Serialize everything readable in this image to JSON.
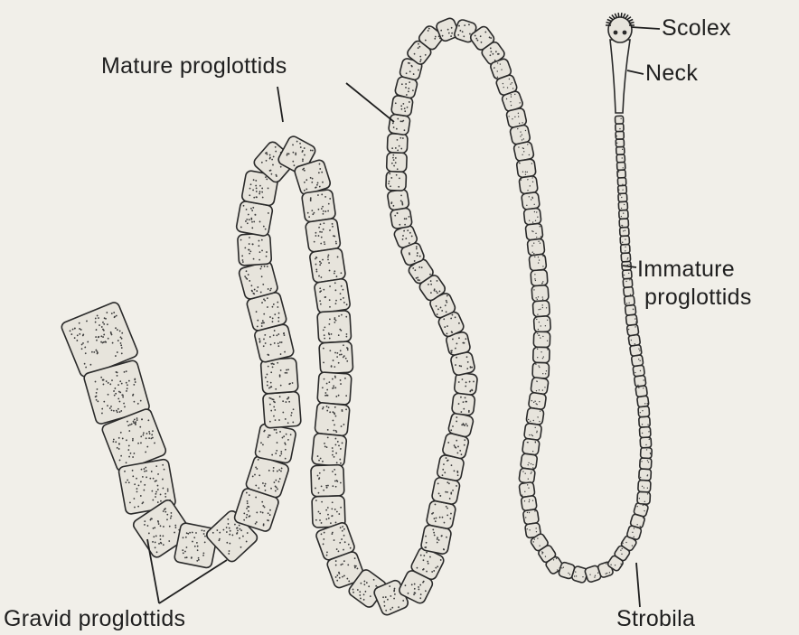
{
  "labels": {
    "scolex": "Scolex",
    "neck": "Neck",
    "immature_line1": "Immature",
    "immature_line2": "proglottids",
    "mature": "Mature proglottids",
    "gravid": "Gravid proglottids",
    "strobila": "Strobila"
  },
  "colors": {
    "segment_fill": "#e7e4dc",
    "outline": "#2a2a2a",
    "background": "#f1efe9"
  }
}
